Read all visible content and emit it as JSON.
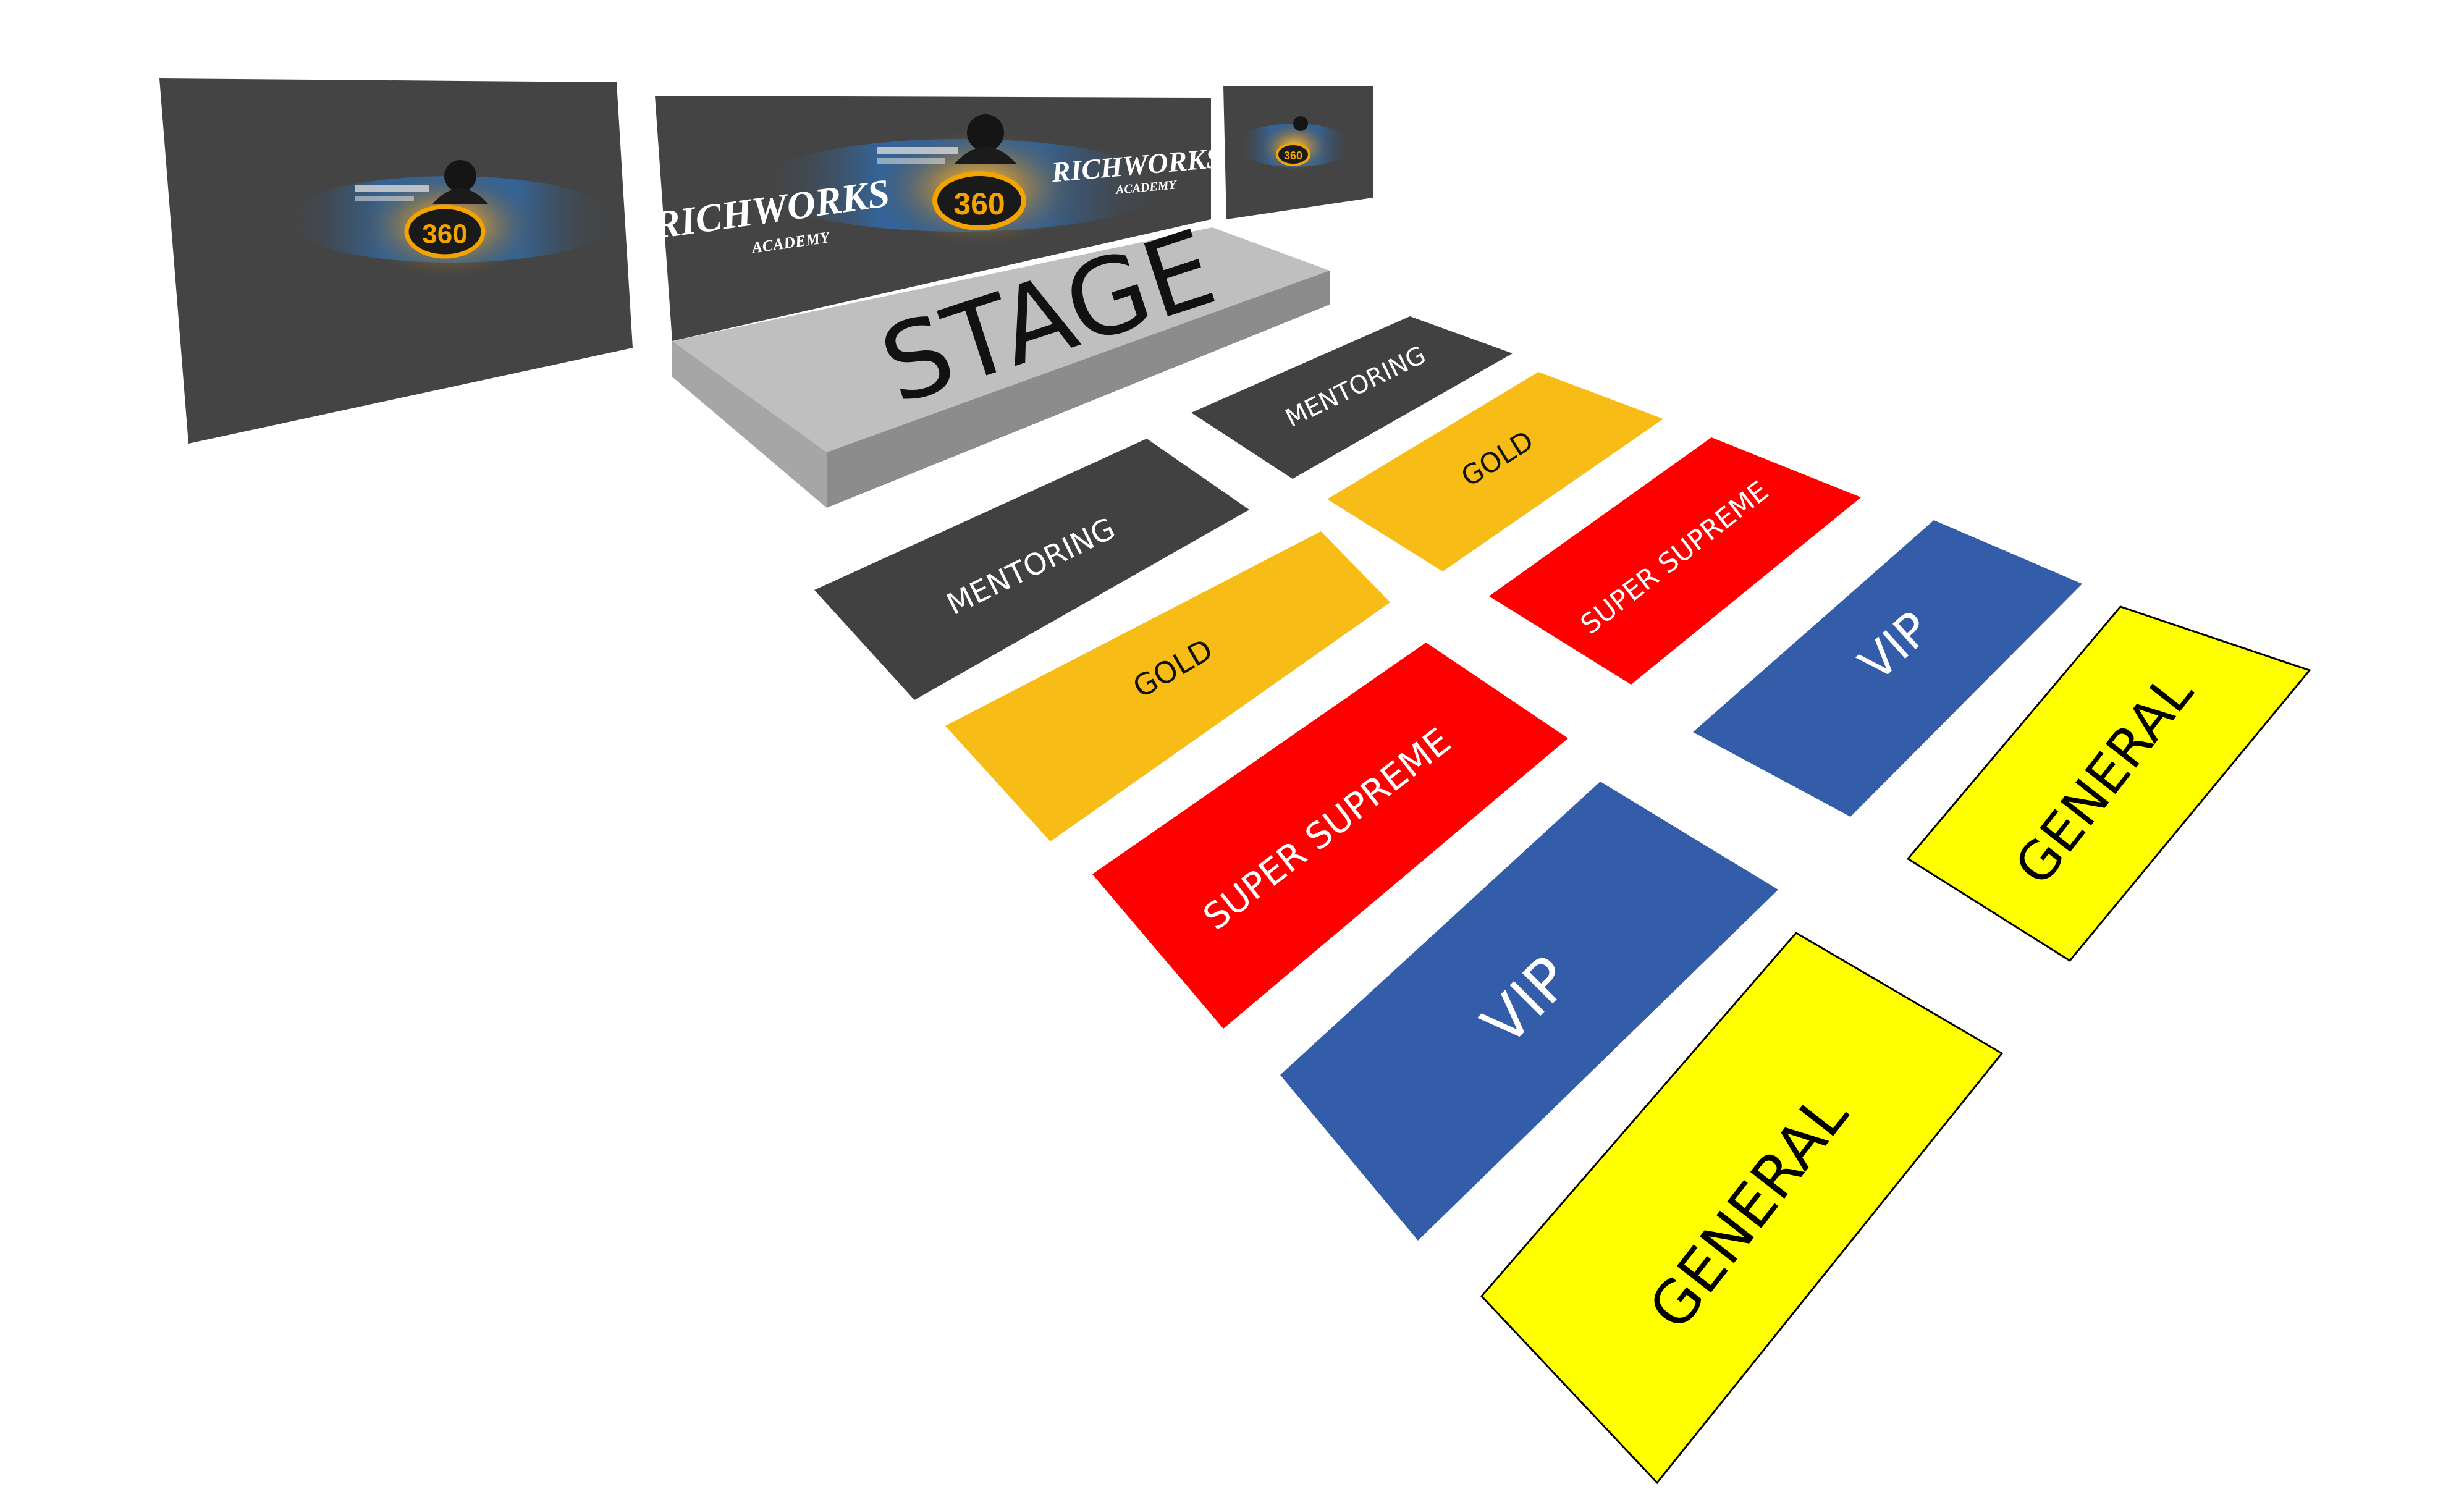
{
  "stage": {
    "label": "STAGE"
  },
  "screens": {
    "brand_top": "RICHWORKS",
    "brand_sub": "ACADEMY",
    "badge_number": "360"
  },
  "zones": [
    {
      "id": "mentoring-center",
      "label": "MENTORING",
      "color": "#414141",
      "text_color": "#ffffff"
    },
    {
      "id": "gold-center",
      "label": "GOLD",
      "color": "#f8bc17",
      "text_color": "#111111"
    },
    {
      "id": "supreme-center",
      "label": "SUPER SUPREME",
      "color": "#ff0000",
      "text_color": "#ffffff"
    },
    {
      "id": "vip-center",
      "label": "VIP",
      "color": "#335ca9",
      "text_color": "#ffffff"
    },
    {
      "id": "general-center",
      "label": "GENERAL",
      "color": "#ffff00",
      "text_color": "#000000"
    },
    {
      "id": "mentoring-right",
      "label": "MENTORING",
      "color": "#414141",
      "text_color": "#ffffff"
    },
    {
      "id": "gold-right",
      "label": "GOLD",
      "color": "#f8bc17",
      "text_color": "#111111"
    },
    {
      "id": "supreme-right",
      "label": "SUPER SUPREME",
      "color": "#ff0000",
      "text_color": "#ffffff"
    },
    {
      "id": "vip-right",
      "label": "VIP",
      "color": "#335ca9",
      "text_color": "#ffffff"
    },
    {
      "id": "general-right",
      "label": "GENERAL",
      "color": "#ffff00",
      "text_color": "#000000"
    }
  ],
  "colors": {
    "screen": "#444444",
    "stage_top": "#bfbfbf",
    "stage_front": "#8c8c8c",
    "stage_side": "#a6a6a6",
    "badge_gold": "#f3a400"
  }
}
